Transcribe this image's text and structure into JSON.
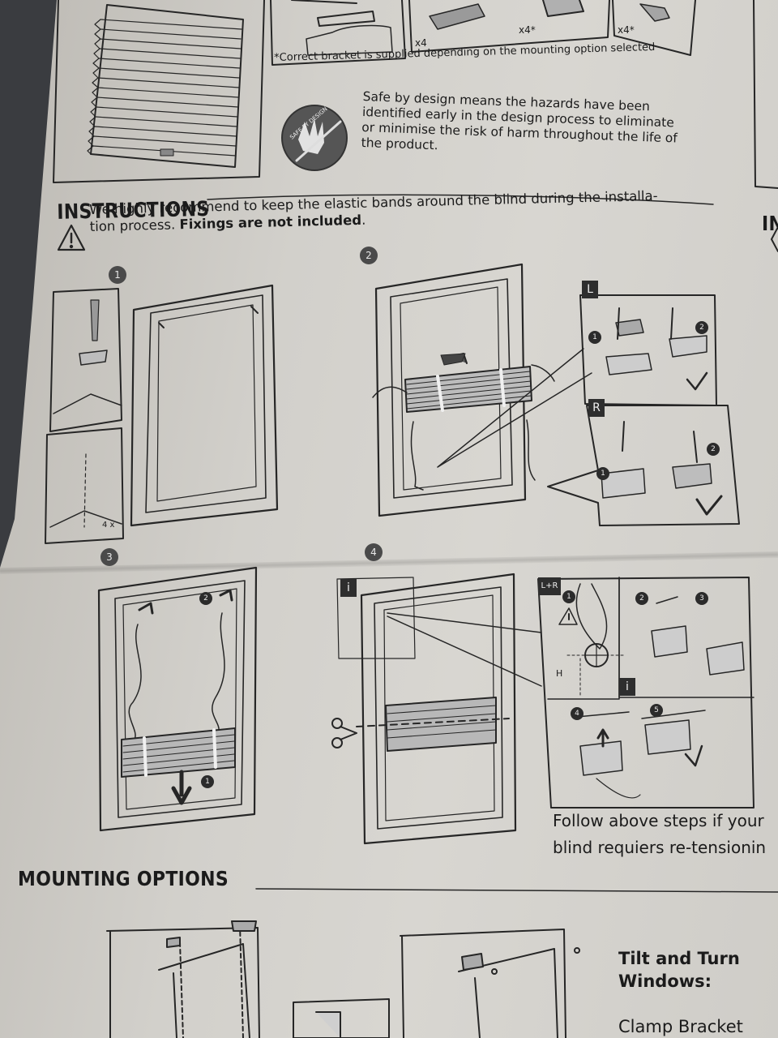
{
  "top": {
    "qty_a": "x4",
    "qty_b": "x4*",
    "qty_c": "x4*",
    "bracket_note": "*Correct bracket is supplied depending on the mounting option selected"
  },
  "safe_by_design": {
    "logo_text": "SAFE BY DESIGN",
    "lines": [
      "Safe by design means the hazards have been",
      "identified early in the design process to eliminate",
      "or minimise the risk of harm throughout the life of",
      "the product."
    ]
  },
  "instructions": {
    "heading": "INSTRUCTIONS",
    "warning_line1": "We highly recommend to keep the elastic bands around the blind during the installa-",
    "warning_line2_plain": "tion process. ",
    "warning_line2_bold": "Fixings are not included",
    "warning_line2_end": ".",
    "right_heading_fragment": "IN",
    "steps": [
      "1",
      "2",
      "3",
      "4"
    ],
    "step1_qty": "4 x",
    "step2_left": "L",
    "step2_right": "R",
    "sub_steps": [
      "1",
      "2",
      "1",
      "2",
      "2",
      "1",
      "1",
      "2",
      "3",
      "4",
      "5"
    ],
    "step4_info": "i",
    "step4_lr": "L+R",
    "step4_h": "H",
    "follow_line1": "Follow above steps if your",
    "follow_line2": "blind requiers re-tensionin"
  },
  "mounting": {
    "heading": "MOUNTING OPTIONS",
    "tilt_line1": "Tilt and Turn",
    "tilt_line2": "Windows:",
    "clamp": "Clamp Bracket"
  }
}
